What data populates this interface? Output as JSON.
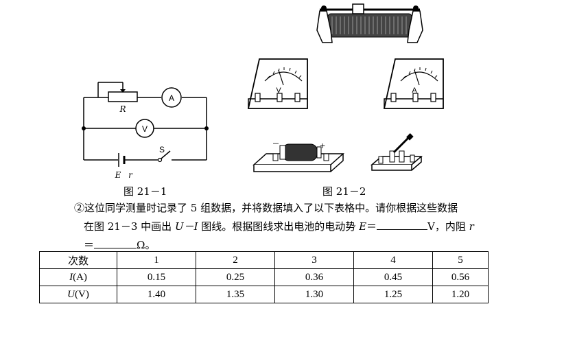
{
  "figures": {
    "fig1": {
      "caption": "图 21－1",
      "labels": {
        "R": "R",
        "A": "A",
        "V": "V",
        "S": "S",
        "E": "E",
        "r": "r"
      }
    },
    "fig2": {
      "caption": "图 21－2",
      "labels": {
        "V": "V",
        "A": "A",
        "minus": "－",
        "plus": "+"
      }
    }
  },
  "question": {
    "line1": "②这位同学测量时记录了 5 组数据，并将数据填入了以下表格中。请你根据这些数据",
    "line2_a": "在图 21－3 中画出 ",
    "line2_ui": "U－I",
    "line2_b": " 图线。根据图线求出电池的电动势 ",
    "line2_E": "E",
    "line2_c": "＝",
    "line2_d": "V，内阻 ",
    "line2_r": "r",
    "line3_a": "＝",
    "line3_b": "Ω。"
  },
  "table": {
    "header_label": "次数",
    "columns": [
      "1",
      "2",
      "3",
      "4",
      "5"
    ],
    "rows": [
      {
        "label_var": "I",
        "label_unit": "(A)",
        "values": [
          "0.15",
          "0.25",
          "0.36",
          "0.45",
          "0.56"
        ]
      },
      {
        "label_var": "U",
        "label_unit": "(V)",
        "values": [
          "1.40",
          "1.35",
          "1.30",
          "1.25",
          "1.20"
        ]
      }
    ]
  }
}
